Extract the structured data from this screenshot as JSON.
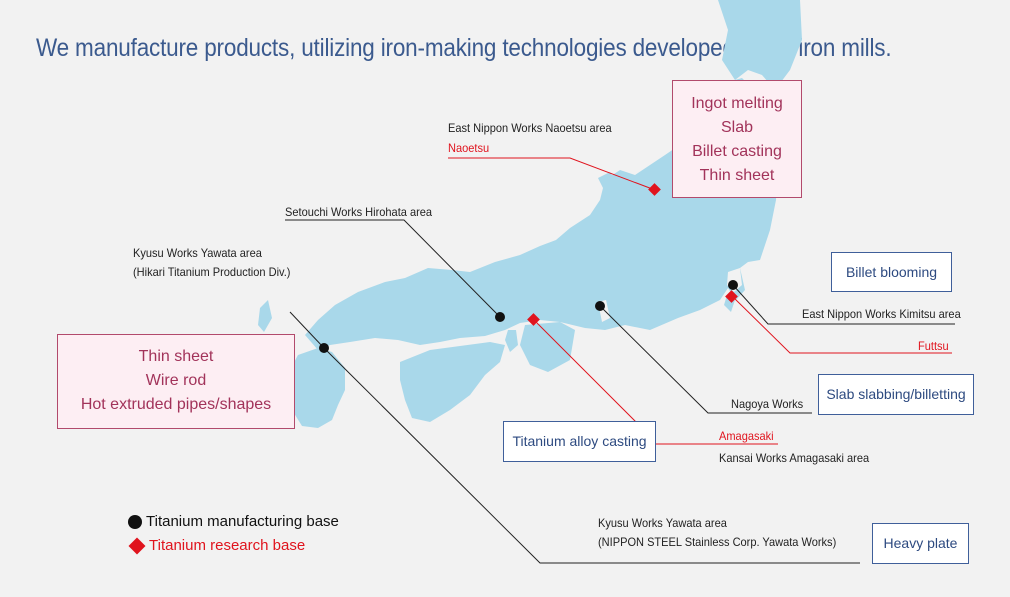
{
  "headline": "We manufacture products, utilizing iron-making technologies developed by all iron mills.",
  "sites": {
    "naoetsu_area": "East Nippon Works Naoetsu area",
    "naoetsu": "Naoetsu",
    "hirohata": "Setouchi Works Hirohata area",
    "hikari_line1": "Kyusu Works Yawata area",
    "hikari_line2": "(Hikari Titanium Production Div.)",
    "kimitsu": "East Nippon Works Kimitsu area",
    "futtsu": "Futtsu",
    "nagoya": "Nagoya Works",
    "amagasaki": "Amagasaki",
    "amagasaki_area": "Kansai Works Amagasaki area",
    "yawata_line1": "Kyusu Works Yawata area",
    "yawata_line2": "(NIPPON STEEL Stainless Corp. Yawata Works)"
  },
  "products": {
    "naoetsu": [
      "Ingot melting",
      "Slab",
      "Billet casting",
      "Thin sheet"
    ],
    "hikari": [
      "Thin sheet",
      "Wire rod",
      "Hot extruded pipes/shapes"
    ],
    "kimitsu": "Billet blooming",
    "nagoya": "Slab slabbing/billetting",
    "amagasaki": "Titanium alloy casting",
    "yawata": "Heavy plate"
  },
  "legend": {
    "manufacturing": "Titanium manufacturing base",
    "research": "Titanium research base"
  },
  "colors": {
    "sea_land": "#a9d8ea",
    "research": "#e0141e",
    "manufacturing": "#111111",
    "pink_box_border": "#b24a6c",
    "blue_box_border": "#3f5f9a",
    "headline": "#3b5a8e"
  }
}
